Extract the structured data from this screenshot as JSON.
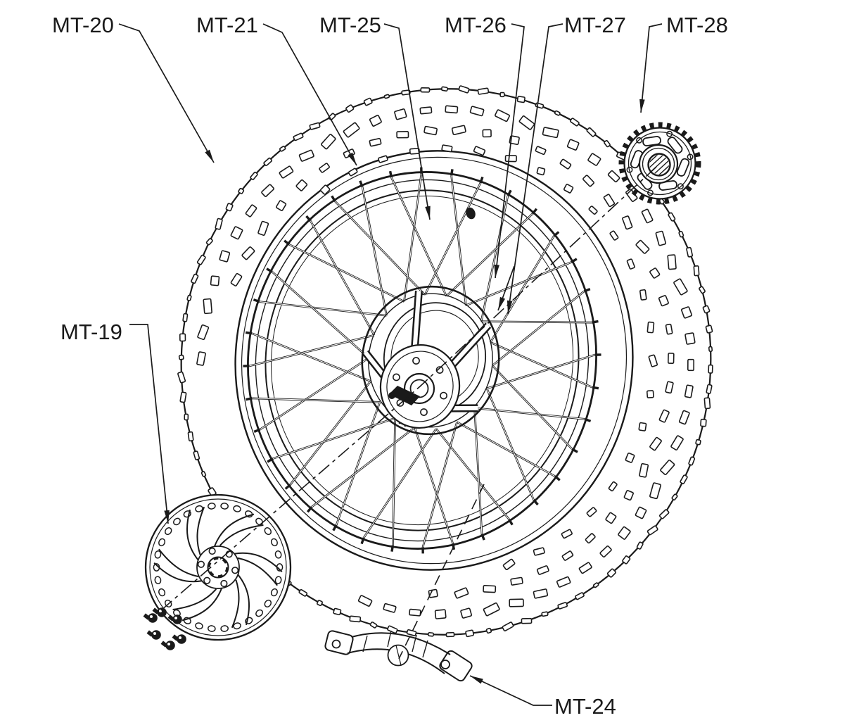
{
  "diagram": {
    "labels": [
      {
        "id": "mt-19",
        "text": "MT-19"
      },
      {
        "id": "mt-20",
        "text": "MT-20"
      },
      {
        "id": "mt-21",
        "text": "MT-21"
      },
      {
        "id": "mt-24",
        "text": "MT-24"
      },
      {
        "id": "mt-25",
        "text": "MT-25"
      },
      {
        "id": "mt-26",
        "text": "MT-26"
      },
      {
        "id": "mt-27",
        "text": "MT-27"
      },
      {
        "id": "mt-28",
        "text": "MT-28"
      }
    ]
  },
  "colors": {
    "line": "#1a1a1a",
    "background": "#ffffff",
    "label_text": "#000000"
  }
}
